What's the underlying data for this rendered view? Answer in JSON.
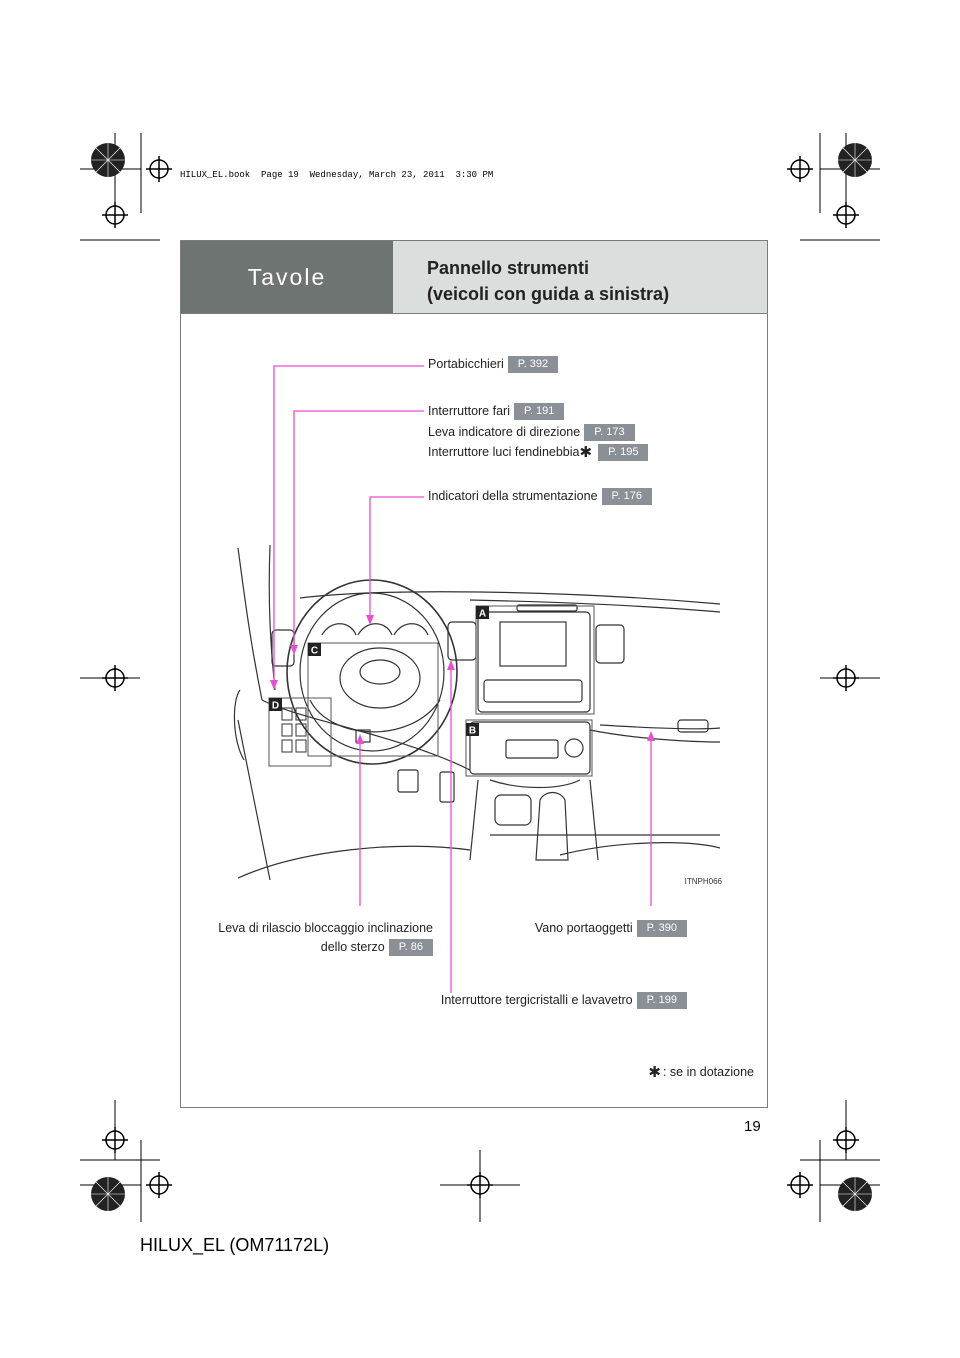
{
  "bookmark": "HILUX_EL.book  Page 19  Wednesday, March 23, 2011  3:30 PM",
  "header": {
    "section": "Tavole",
    "title_line1": "Pannello strumenti",
    "title_line2": "(veicoli con guida a sinistra)"
  },
  "callouts": {
    "cup": {
      "label": "Portabicchieri",
      "page": "P. 392"
    },
    "headlight": {
      "label": "Interruttore fari",
      "page": "P. 191"
    },
    "turn": {
      "label": "Leva indicatore di direzione",
      "page": "P. 173"
    },
    "fog": {
      "label": "Interruttore luci fendinebbia",
      "marker": "✱",
      "page": "P. 195"
    },
    "gauges": {
      "label": "Indicatori della strumentazione",
      "page": "P. 176"
    },
    "tilt_line1": "Leva di rilascio bloccaggio inclinazione",
    "tilt_line2": "dello sterzo",
    "tilt_page": "P. 86",
    "glove": {
      "label": "Vano portaoggetti",
      "page": "P. 390"
    },
    "wiper": {
      "label": "Interruttore tergicristalli e lavavetro",
      "page": "P. 199"
    }
  },
  "illustration": {
    "code": "ITNPH066",
    "markers": {
      "a": "A",
      "b": "B",
      "c": "C",
      "d": "D"
    }
  },
  "footnote": {
    "marker": "✱",
    "text": ": se in dotazione"
  },
  "page_number": "19",
  "model": "HILUX_EL (OM71172L)",
  "colors": {
    "callout_line": "#e94fd0",
    "header_dark": "#6e7471",
    "header_light": "#dadedd",
    "badge": "#8a9096"
  }
}
